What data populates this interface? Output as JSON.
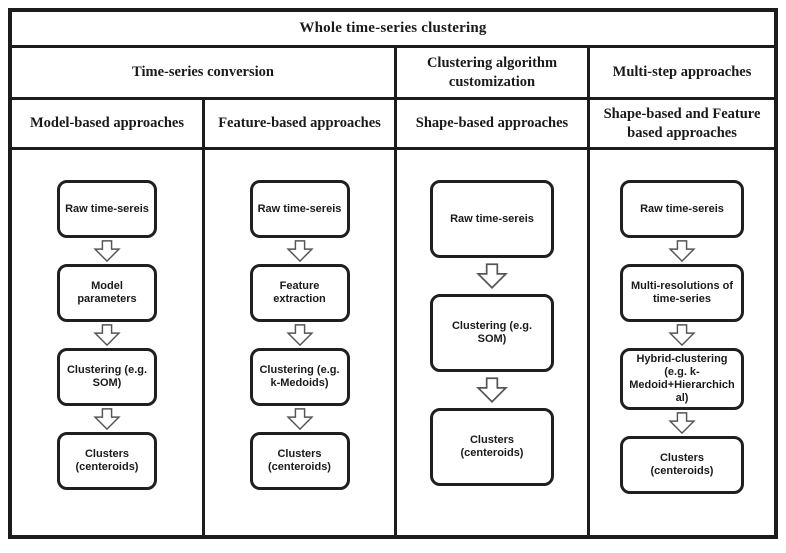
{
  "diagram": {
    "title": "Whole time-series clustering",
    "categories": [
      {
        "label": "Time-series conversion"
      },
      {
        "label": "Clustering algorithm customization"
      },
      {
        "label": "Multi-step approaches"
      }
    ],
    "approaches": [
      {
        "label": "Model-based approaches"
      },
      {
        "label": "Feature-based approaches"
      },
      {
        "label": "Shape-based approaches"
      },
      {
        "label": "Shape-based and Feature based approaches"
      }
    ],
    "flows": [
      {
        "steps": [
          "Raw time-sereis",
          "Model parameters",
          "Clustering (e.g. SOM)",
          "Clusters (centeroids)"
        ]
      },
      {
        "steps": [
          "Raw time-sereis",
          "Feature extraction",
          "Clustering (e.g. k-Medoids)",
          "Clusters (centeroids)"
        ]
      },
      {
        "steps": [
          "Raw time-sereis",
          "Clustering (e.g. SOM)",
          "Clusters (centeroids)"
        ]
      },
      {
        "steps": [
          "Raw time-sereis",
          "Multi-resolutions of time-series",
          "Hybrid-clustering (e.g. k-Medoid+Hierarchichal)",
          "Clusters (centeroids)"
        ]
      }
    ],
    "colors": {
      "border": "#1c1c1c",
      "box_border": "#1f1f1f",
      "box_fill": "#ffffff",
      "arrow_outline": "#555555",
      "arrow_fill": "#ffffff"
    }
  }
}
